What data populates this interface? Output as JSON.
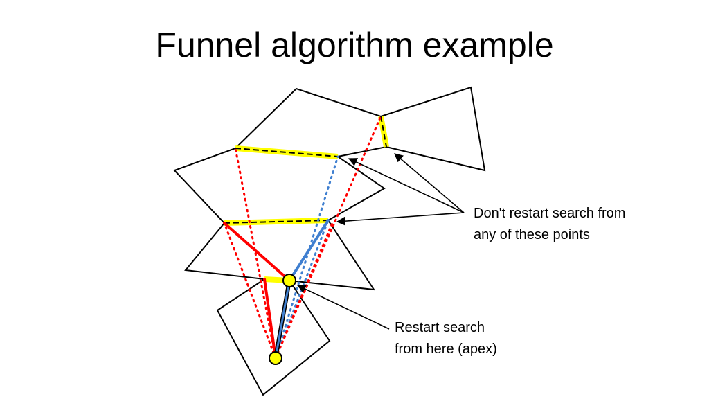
{
  "slide": {
    "title": "Funnel algorithm example"
  },
  "annotations": {
    "no_restart": [
      "Don't restart search from",
      "any of these points"
    ],
    "restart": [
      "Restart search",
      "from here (apex)"
    ]
  },
  "colors": {
    "outline": "#000000",
    "portal_highlight": "#ffff00",
    "left_funnel": "#ff0000",
    "right_funnel": "#3f7fd0",
    "apex_fill": "#ffff00",
    "background": "#ffffff"
  }
}
